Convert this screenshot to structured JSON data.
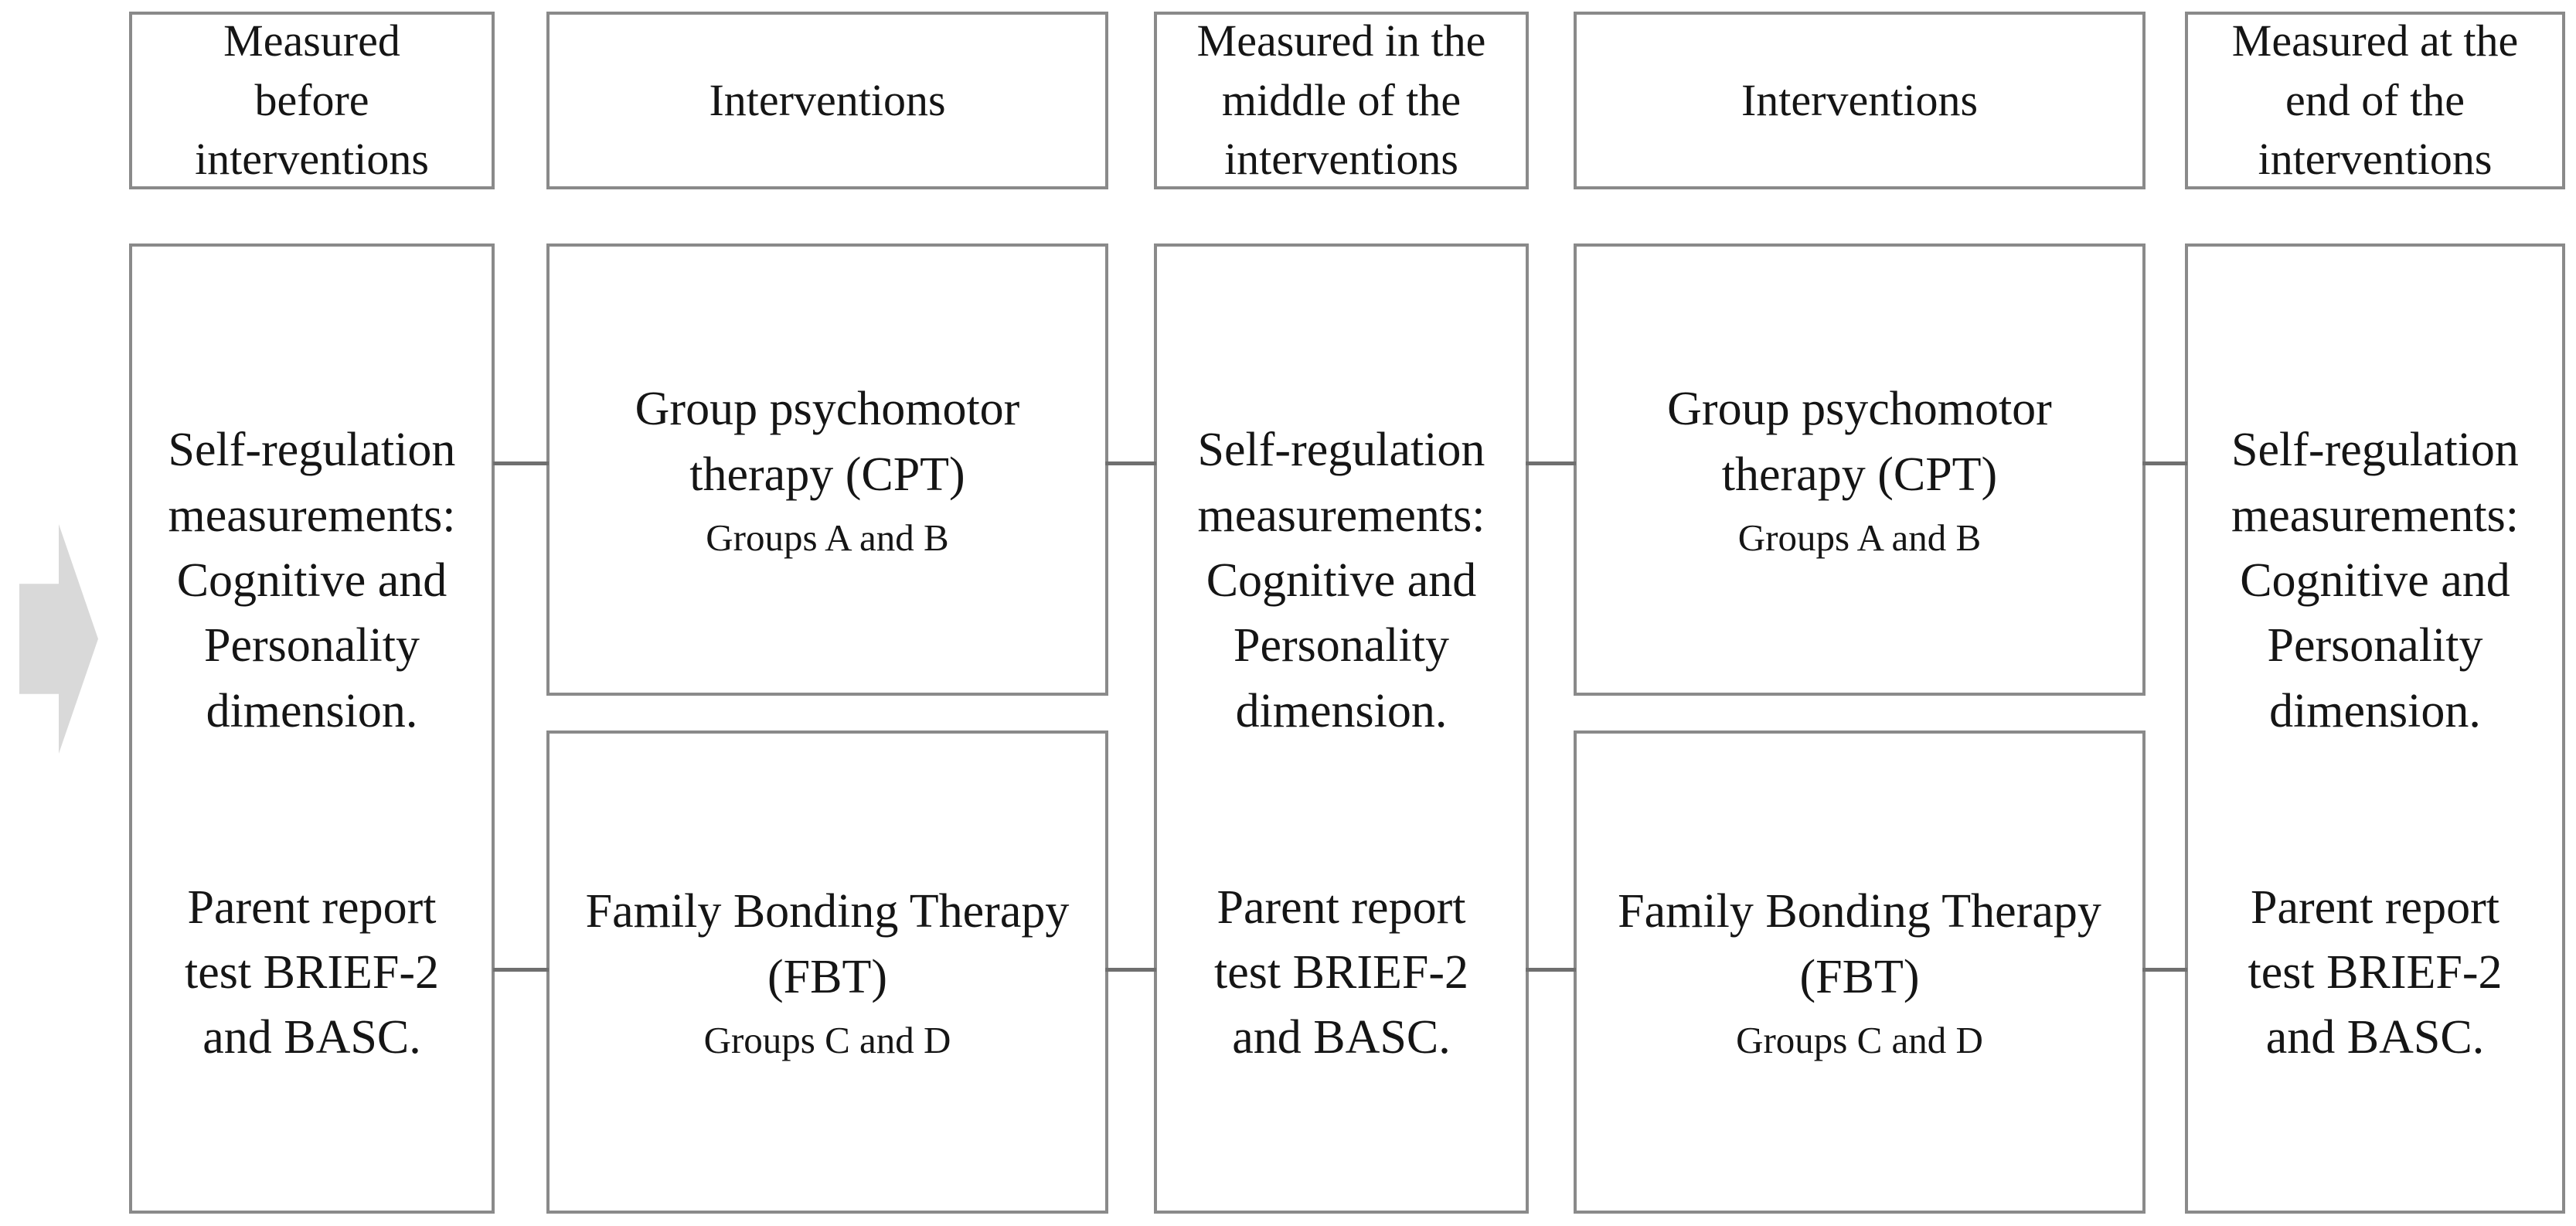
{
  "colors": {
    "background": "#ffffff",
    "box_border": "#8a8a8a",
    "connector_line": "#6f6f6f",
    "arrow_fill": "#d9d9d9",
    "text": "#151515"
  },
  "headers": {
    "pre": "Measured\nbefore\ninterventions",
    "interventions_left": "Interventions",
    "mid": "Measured in the\nmiddle of the\ninterventions",
    "interventions_right": "Interventions",
    "post": "Measured at the\nend of the\ninterventions"
  },
  "measurement": {
    "self_regulation": "Self-regulation\nmeasurements:\nCognitive and\nPersonality\ndimension.",
    "parent_report": "Parent report\ntest BRIEF-2\nand BASC."
  },
  "interventions": {
    "cpt": {
      "title": "Group psychomotor\ntherapy (CPT)",
      "groups": "Groups A and B"
    },
    "fbt": {
      "title": "Family Bonding Therapy\n(FBT)",
      "groups": "Groups C and D"
    }
  }
}
